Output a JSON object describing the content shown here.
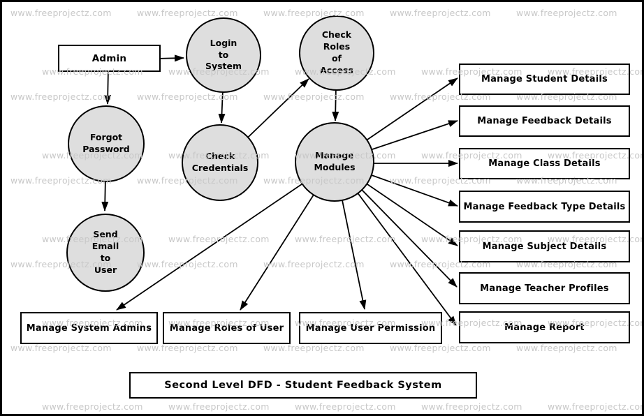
{
  "diagram": {
    "title": "Second Level DFD - Student Feedback System",
    "type_label": "data-flow-diagram"
  },
  "watermark": {
    "text": "www.freeprojectz.com",
    "color": "#c8c8c8"
  },
  "external_entity": {
    "label": "Admin"
  },
  "processes": {
    "login": {
      "label": "Login\nto\nSystem"
    },
    "check_roles": {
      "label": "Check\nRoles\nof\nAccess"
    },
    "forgot_password": {
      "label": "Forgot\nPassword"
    },
    "check_credentials": {
      "label": "Check\nCredentials"
    },
    "manage_modules": {
      "label": "Manage\nModules"
    },
    "send_email": {
      "label": "Send\nEmail\nto\nUser"
    }
  },
  "modules_right": [
    {
      "label": "Manage Student Details"
    },
    {
      "label": "Manage Feedback Details"
    },
    {
      "label": "Manage Class Details"
    },
    {
      "label": "Manage Feedback Type Details"
    },
    {
      "label": "Manage Subject Details"
    },
    {
      "label": "Manage Teacher Profiles"
    },
    {
      "label": "Manage Report"
    }
  ],
  "modules_bottom": [
    {
      "label": "Manage System Admins"
    },
    {
      "label": "Manage Roles of User"
    },
    {
      "label": "Manage User Permission"
    }
  ],
  "colors": {
    "process_fill": "#dedede",
    "line": "#000000",
    "background": "#ffffff",
    "watermark": "#c8c8c8"
  }
}
